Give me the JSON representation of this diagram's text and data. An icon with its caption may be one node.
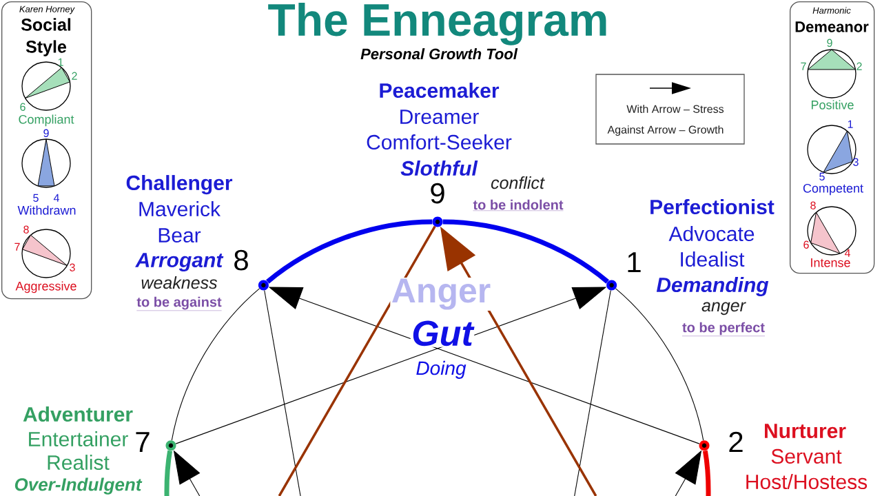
{
  "diagram": {
    "title": "The Enneagram",
    "nodes": [
      {
        "text": [
          "Karen Horney",
          "Social Style"
        ]
      },
      {
        "text": [
          "1",
          "2",
          "6",
          "Compliant"
        ],
        "in": 0
      },
      {
        "text": [
          "9",
          "5",
          "4",
          "Withdrawn"
        ],
        "in": 0
      },
      {
        "text": [
          "8",
          "7",
          "3",
          "Aggressive"
        ],
        "in": 0
      },
      {
        "text": [
          "Harmonic",
          "Demeanor"
        ]
      },
      {
        "text": [
          "9",
          "7",
          "2",
          "Positive"
        ],
        "in": 4
      },
      {
        "text": [
          "1",
          "3",
          "5",
          "Competent"
        ],
        "in": 4
      },
      {
        "text": [
          "8",
          "6",
          "4",
          "Intense"
        ],
        "in": 4
      },
      {
        "text": [],
        "shape": "circle",
        "beside": [
          "Peacemaker",
          "Dreamer",
          "Comfort-Seeker",
          "Slothful",
          "conflict",
          "9",
          "to be indolent"
        ]
      },
      {
        "text": [],
        "shape": "circle",
        "beside": [
          "Challenger",
          "Maverick",
          "Bear",
          "Arrogant",
          "8",
          "weakness",
          "to be against"
        ]
      },
      {
        "text": [],
        "shape": "circle",
        "beside": [
          "Perfectionist",
          "Advocate",
          "Idealist",
          "1",
          "Demanding",
          "anger",
          "to be perfect"
        ]
      },
      {
        "text": [],
        "shape": "circle",
        "beside": [
          "Adventurer",
          "Entertainer",
          "7",
          "Realist",
          "Over-Indulgent"
        ]
      },
      {
        "text": [],
        "shape": "circle",
        "beside": [
          "Nurturer",
          "2",
          "Servant",
          "Host/Hostess"
        ]
      }
    ],
    "edges": [
      {
        "from": 8,
        "to": 9,
        "arrow": "none",
        "style": "thick",
        "color": "#0000ee"
      },
      {
        "from": 8,
        "to": 10,
        "arrow": "none",
        "style": "thick",
        "color": "#0000ee"
      },
      {
        "from": 9,
        "to": 11,
        "arrow": "none"
      },
      {
        "from": 10,
        "to": 12,
        "arrow": "none"
      },
      {
        "from": 11,
        "to": null,
        "arrow": "none",
        "style": "thick",
        "color": "#3cb371"
      },
      {
        "from": 12,
        "to": null,
        "arrow": "none",
        "style": "thick",
        "color": "#ee0000"
      },
      {
        "from": 12,
        "to": 9,
        "arrow": "to"
      },
      {
        "from": 11,
        "to": 10,
        "arrow": "to"
      },
      {
        "from": 9,
        "to": null,
        "arrow": "none"
      },
      {
        "from": 10,
        "to": null,
        "arrow": "none"
      },
      {
        "from": null,
        "to": 11,
        "arrow": "to"
      },
      {
        "from": null,
        "to": 12,
        "arrow": "to"
      },
      {
        "from": null,
        "to": 8,
        "arrow": "to",
        "style": "thick",
        "color": "#993300"
      },
      {
        "from": 8,
        "to": null,
        "arrow": "none",
        "style": "thick",
        "color": "#993300"
      }
    ],
    "labels": [
      "Personal Growth Tool",
      "Anger",
      "Gut",
      "Doing"
    ],
    "legend": [
      {
        "text": "With Arrow – Stress"
      },
      {
        "text": "Against Arrow – Growth"
      }
    ]
  }
}
